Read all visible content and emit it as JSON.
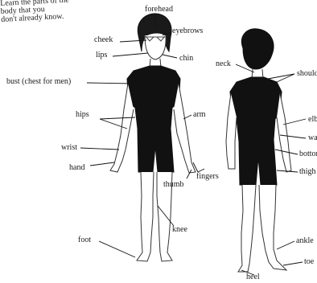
{
  "intro": {
    "line1": "Learn the parts of the",
    "line2": "body that you",
    "line3": "don't already know."
  },
  "labels": {
    "forehead": "forehead",
    "cheek": "cheek",
    "eyebrows": "eyebrows",
    "lips": "lips",
    "chin": "chin",
    "neck": "neck",
    "shoulders": "shoulders",
    "bust": "bust (chest for men)",
    "hips": "hips",
    "arm": "arm",
    "elbow": "elbow",
    "waist": "waist",
    "bottom": "bottom",
    "thigh": "thigh",
    "wrist": "wrist",
    "hand": "hand",
    "thumb": "thumb",
    "fingers": "fingers",
    "knee": "knee",
    "foot": "foot",
    "ankle": "ankle",
    "toe": "toe",
    "heel": "heel"
  },
  "colors": {
    "ink": "#111111",
    "skin_outline": "#333333",
    "paper": "#ffffff"
  }
}
